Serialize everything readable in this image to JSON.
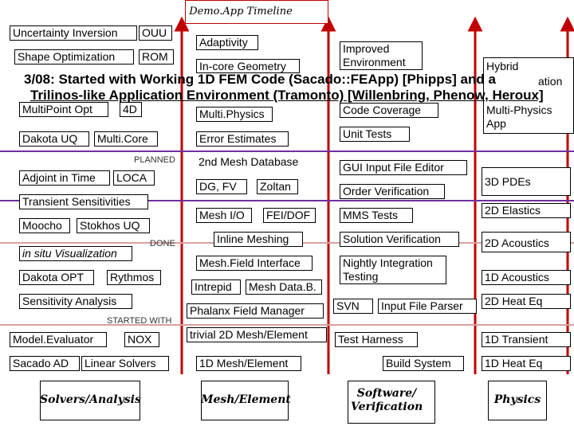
{
  "title": "Demo.App Timeline",
  "colors": {
    "timeline": "#c00000",
    "adaptivity_line": "#7030a0",
    "planned_line": "#d9a0a0",
    "arrow": "#c00000"
  },
  "columns": {
    "solvers": "Solvers/Analysis",
    "mesh": "Mesh/Element",
    "software": "Software/ Verification",
    "physics": "Physics"
  },
  "labels": {
    "planned": "PLANNED",
    "done": "DONE",
    "started": "STARTED WITH"
  },
  "solvers": {
    "uncertainty_inversion": "Uncertainty Inversion",
    "ouu": "OUU",
    "shape_optimization": "Shape Optimization",
    "rom": "ROM",
    "multipoint_opt": "MultiPoint Opt",
    "fourd": "4D",
    "dakota_uq": "Dakota UQ",
    "multicore": "Multi.Core",
    "adjoint_in_time": "Adjoint in Time",
    "loca": "LOCA",
    "transient_sensitivities": "Transient Sensitivities",
    "moocho": "Moocho",
    "stokhos_uq": "Stokhos UQ",
    "insitu_visualization": "in situ Visualization",
    "dakota_opt": "Dakota OPT",
    "rythmos": "Rythmos",
    "sensitivity_analysis": "Sensitivity Analysis",
    "model_evaluator": "Model.Evaluator",
    "nox": "NOX",
    "sacado_ad": "Sacado AD",
    "linear_solvers": "Linear Solvers"
  },
  "mesh": {
    "adaptivity": "Adaptivity",
    "incore_geometry": "In-core Geometry",
    "multiphysics": "Multi.Physics",
    "error_estimates": "Error Estimates",
    "second_mesh_db": "2nd Mesh Database",
    "dg_fv": "DG, FV",
    "zoltan": "Zoltan",
    "mesh_io": "Mesh I/O",
    "fei_dof": "FEI/DOF",
    "inline_meshing": "Inline Meshing",
    "meshfield_interface": "Mesh.Field Interface",
    "intrepid": "Intrepid",
    "mesh_datab": "Mesh Data.B.",
    "phalanx": "Phalanx Field Manager",
    "trivial_2d": "trivial 2D Mesh/Element",
    "oned_mesh": "1D Mesh/Element"
  },
  "software": {
    "improved_environment": "Improved Environment",
    "code_coverage": "Code Coverage",
    "unit_tests": "Unit Tests",
    "gui_input": "GUI Input File Editor",
    "order_verification": "Order Verification",
    "mms_tests": "MMS Tests",
    "solution_verification": "Solution Verification",
    "nightly_integration": "Nightly Integration Testing",
    "svn": "SVN",
    "input_parser": "Input File Parser",
    "test_harness": "Test Harness",
    "build_system": "Build System"
  },
  "physics": {
    "hybrid": "Hybrid",
    "multiphysics_app": "Multi-Physics App",
    "ation": "ation",
    "threed_pdes": "3D PDEs",
    "twod_elastics": "2D Elastics",
    "twod_acoustics": "2D Acoustics",
    "oned_acoustics": "1D Acoustics",
    "twod_heat": "2D Heat Eq",
    "oned_transient": "1D Transient",
    "oned_heat": "1D Heat Eq"
  },
  "banner": {
    "line1": "3/08: Started with Working 1D FEM Code (Sacado::FEApp) [Phipps] and a",
    "line2": "Trilinos-like Application Environment (Tramonto) [Willenbring, Phenow, Heroux]"
  }
}
